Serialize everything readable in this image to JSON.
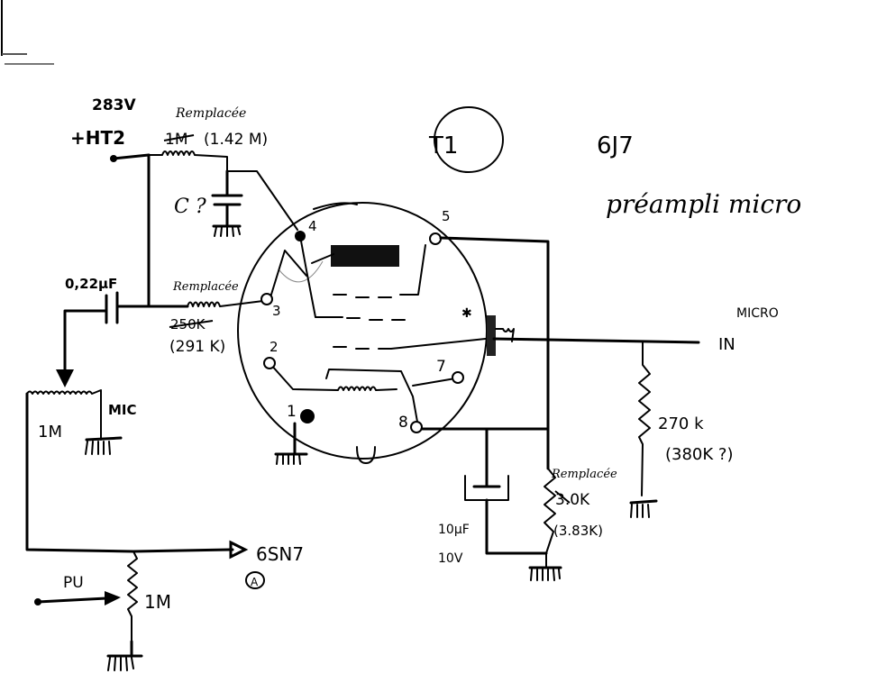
{
  "title": {
    "tube_id": "T1",
    "tube_type": "6J7",
    "description": "préampli micro"
  },
  "supply": {
    "voltage": "283V",
    "label": "+HT2"
  },
  "components": {
    "r_plate": {
      "note": "Remplacée",
      "value_old": "1M",
      "value_new": "(1.42 M)"
    },
    "c_decoupling": {
      "label": "C ?"
    },
    "r_screen": {
      "note": "Remplacée",
      "value_old": "250K",
      "value_new": "(291 K)"
    },
    "c_coupling": {
      "label": "0,22µF"
    },
    "pot_mic": {
      "value": "1M",
      "label": "MIC"
    },
    "r_cathode": {
      "note": "Remplacée",
      "value_old": "3.0K",
      "value_new": "(3.83K)"
    },
    "c_cathode": {
      "value": "10µF",
      "voltage": "10V"
    },
    "r_grid": {
      "value": "270 k",
      "note": "(380K ?)"
    },
    "pot_pu": {
      "value": "1M",
      "input_label": "PU"
    },
    "output": {
      "label": "6SN7",
      "marker": "A"
    }
  },
  "input": {
    "label": "MICRO",
    "sub_label": "IN"
  },
  "pins": [
    "1",
    "2",
    "3",
    "4",
    "5",
    "7",
    "8"
  ]
}
